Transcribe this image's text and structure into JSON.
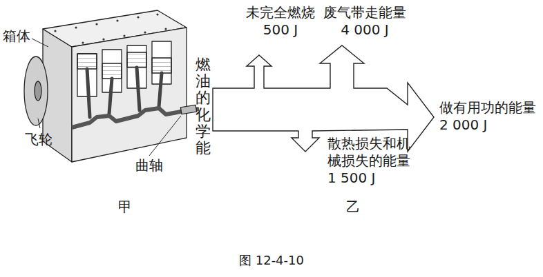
{
  "diagram": {
    "caption": "图 12-4-10",
    "labels": [
      "箱体",
      "飞轮",
      "曲轴",
      "甲",
      "燃油的化学能",
      "未完全燃烧500 J",
      "废气带走能量4 000 J",
      "做有用功的能量2 000 J",
      "散热损失和机械损失的能量1 500 J",
      "乙"
    ]
  }
}
